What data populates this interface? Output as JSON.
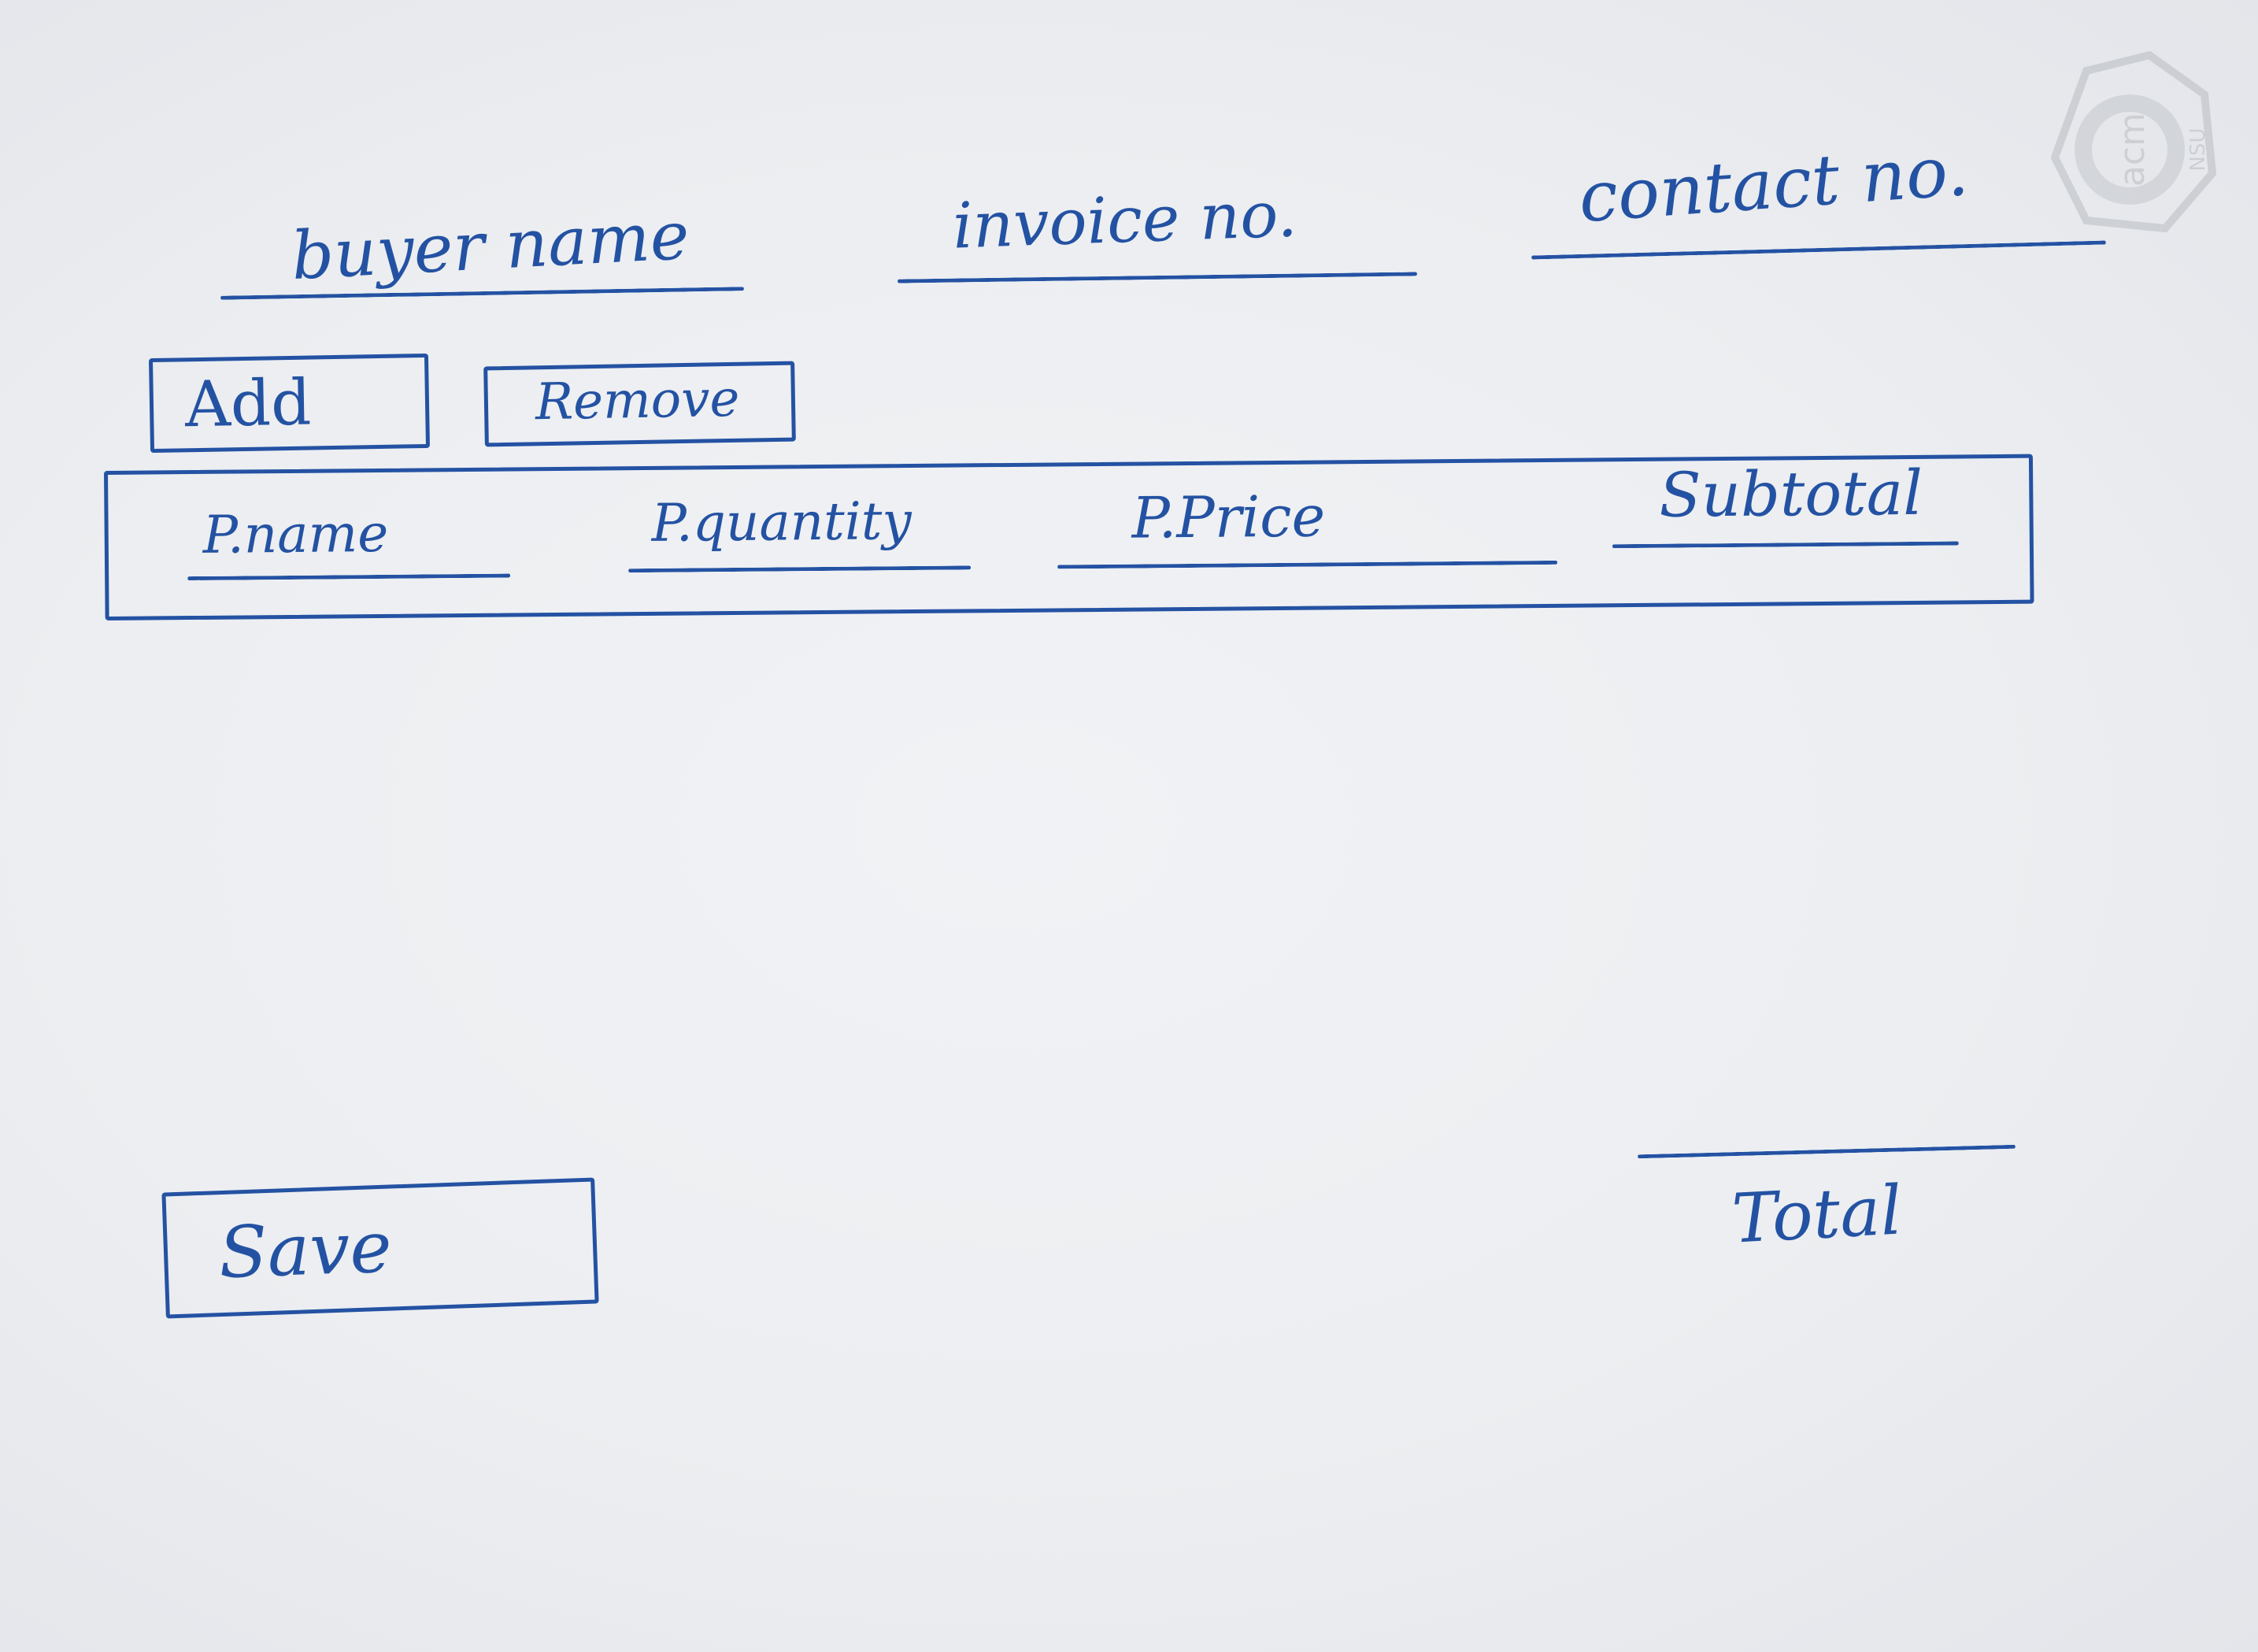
{
  "header": {
    "buyer_name_label": "buyer name",
    "invoice_no_label": "invoice no.",
    "contact_no_label": "contact no."
  },
  "actions": {
    "add_label": "Add",
    "remove_label": "Remove"
  },
  "product_row": {
    "columns": [
      "P.name",
      "P.quantity",
      "P.Price",
      "Subtotal"
    ]
  },
  "footer": {
    "save_label": "Save",
    "total_label": "Total"
  },
  "logo": {
    "text": "acm",
    "subtext": "NSU"
  },
  "colors": {
    "ink": "#2452a3",
    "paper": "#eceef1"
  }
}
